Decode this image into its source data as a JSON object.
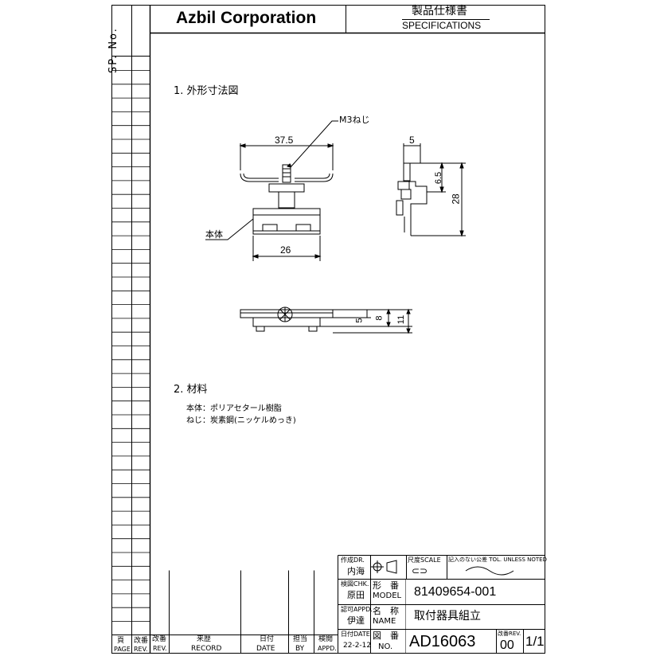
{
  "header": {
    "sp_no_label": "SP. No.",
    "company": "Azbil Corporation",
    "spec_jp": "製品仕様書",
    "spec_en": "SPECIFICATIONS"
  },
  "section1": {
    "heading": "1. 外形寸法図",
    "screw_label": "M3ねじ",
    "body_label": "本体",
    "dim_37_5": "37.5",
    "dim_26": "26",
    "dim_5_top": "5",
    "dim_6_5": "6.5",
    "dim_28": "28",
    "dim_5_side": "5",
    "dim_8": "8",
    "dim_11": "11"
  },
  "section2": {
    "heading": "2. 材料",
    "line1": "本体：ポリアセタール樹脂",
    "line2": "ねじ：炭素鋼(ニッケルめっき)"
  },
  "bottom_strip": {
    "page_jp": "頁",
    "page_en": "PAGE",
    "rev_jp": "改番",
    "rev_en": "REV.",
    "rev2_jp": "改番",
    "rev2_en": "REV.",
    "record_jp": "来歴",
    "record_en": "RECORD",
    "date_jp": "日付",
    "date_en": "DATE",
    "by_jp": "担当",
    "by_en": "BY",
    "appd_jp": "検閲",
    "appd_en": "APPD."
  },
  "title_block": {
    "dr_label": "作成DR.",
    "dr_name": "内海",
    "chk_label": "検図CHK.",
    "chk_name": "原田",
    "appd_label": "認可APPD.",
    "appd_name": "伊達",
    "date_label": "日付DATE",
    "date_value": "22-2-12",
    "scale_label": "尺度SCALE",
    "tol_label": "記入のない公差 TOL. UNLESS NOTED",
    "model_jp": "形　番",
    "model_en": "MODEL",
    "model_value": "81409654-001",
    "name_jp": "名　称",
    "name_en": "NAME",
    "name_value": "取付器具組立",
    "no_jp": "図　番",
    "no_en": "NO.",
    "no_value": "AD16063",
    "rev_label": "改番REV.",
    "rev_value": "00",
    "page_value": "1/1"
  }
}
